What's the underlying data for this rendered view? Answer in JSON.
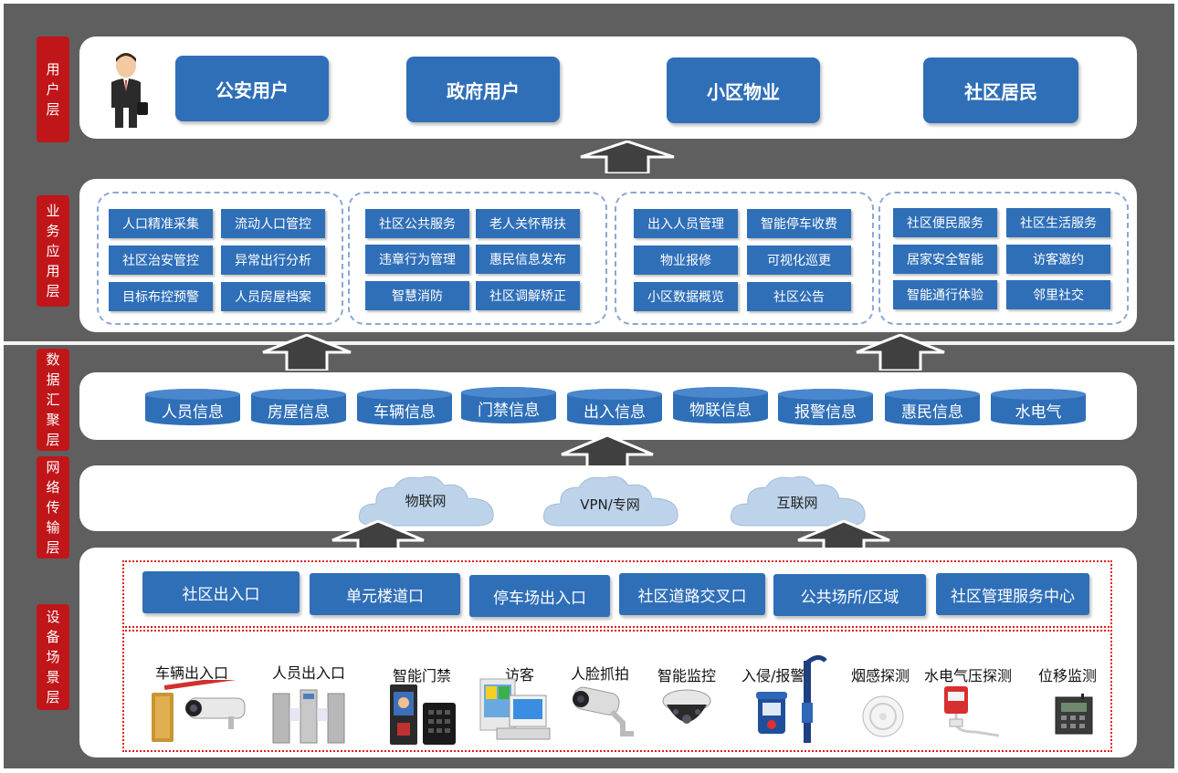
{
  "layers": {
    "user": "用户层",
    "business": "业务应用层",
    "data": "数据汇聚层",
    "network": "网络传输层",
    "device": "设备场景层"
  },
  "users": [
    "公安用户",
    "政府用户",
    "小区物业",
    "社区居民"
  ],
  "business_groups": [
    [
      "人口精准采集",
      "流动人口管控",
      "社区治安管控",
      "异常出行分析",
      "目标布控预警",
      "人员房屋档案"
    ],
    [
      "社区公共服务",
      "老人关怀帮扶",
      "违章行为管理",
      "惠民信息发布",
      "智慧消防",
      "社区调解矫正"
    ],
    [
      "出入人员管理",
      "智能停车收费",
      "物业报修",
      "可视化巡更",
      "小区数据概览",
      "社区公告"
    ],
    [
      "社区便民服务",
      "社区生活服务",
      "居家安全智能",
      "访客邀约",
      "智能通行体验",
      "邻里社交"
    ]
  ],
  "data_items": [
    "人员信息",
    "房屋信息",
    "车辆信息",
    "门禁信息",
    "出入信息",
    "物联信息",
    "报警信息",
    "惠民信息",
    "水电气"
  ],
  "networks": [
    "物联网",
    "VPN/专网",
    "互联网"
  ],
  "scenes": [
    "社区出入口",
    "单元楼道口",
    "停车场出入口",
    "社区道路交叉口",
    "公共场所/区域",
    "社区管理服务中心"
  ],
  "devices": [
    "车辆出入口",
    "人员出入口",
    "智能门禁",
    "访客",
    "人脸抓拍",
    "智能监控",
    "入侵/报警",
    "烟感探测",
    "水电气压探测",
    "位移监测"
  ],
  "colors": {
    "frame": "#5f5f5f",
    "label_red": "#c0161a",
    "blue": "#2f6fb8",
    "dotted_red": "#e11b1b"
  },
  "icons": [
    "businessman-icon",
    "arrow-up-icon",
    "database-icon",
    "cloud-icon",
    "barrier-gate-icon",
    "turnstile-icon",
    "access-panel-icon",
    "visitor-terminal-icon",
    "bullet-camera-icon",
    "dome-camera-icon",
    "alarm-pole-icon",
    "smoke-detector-icon",
    "meter-icon",
    "displacement-monitor-icon"
  ]
}
